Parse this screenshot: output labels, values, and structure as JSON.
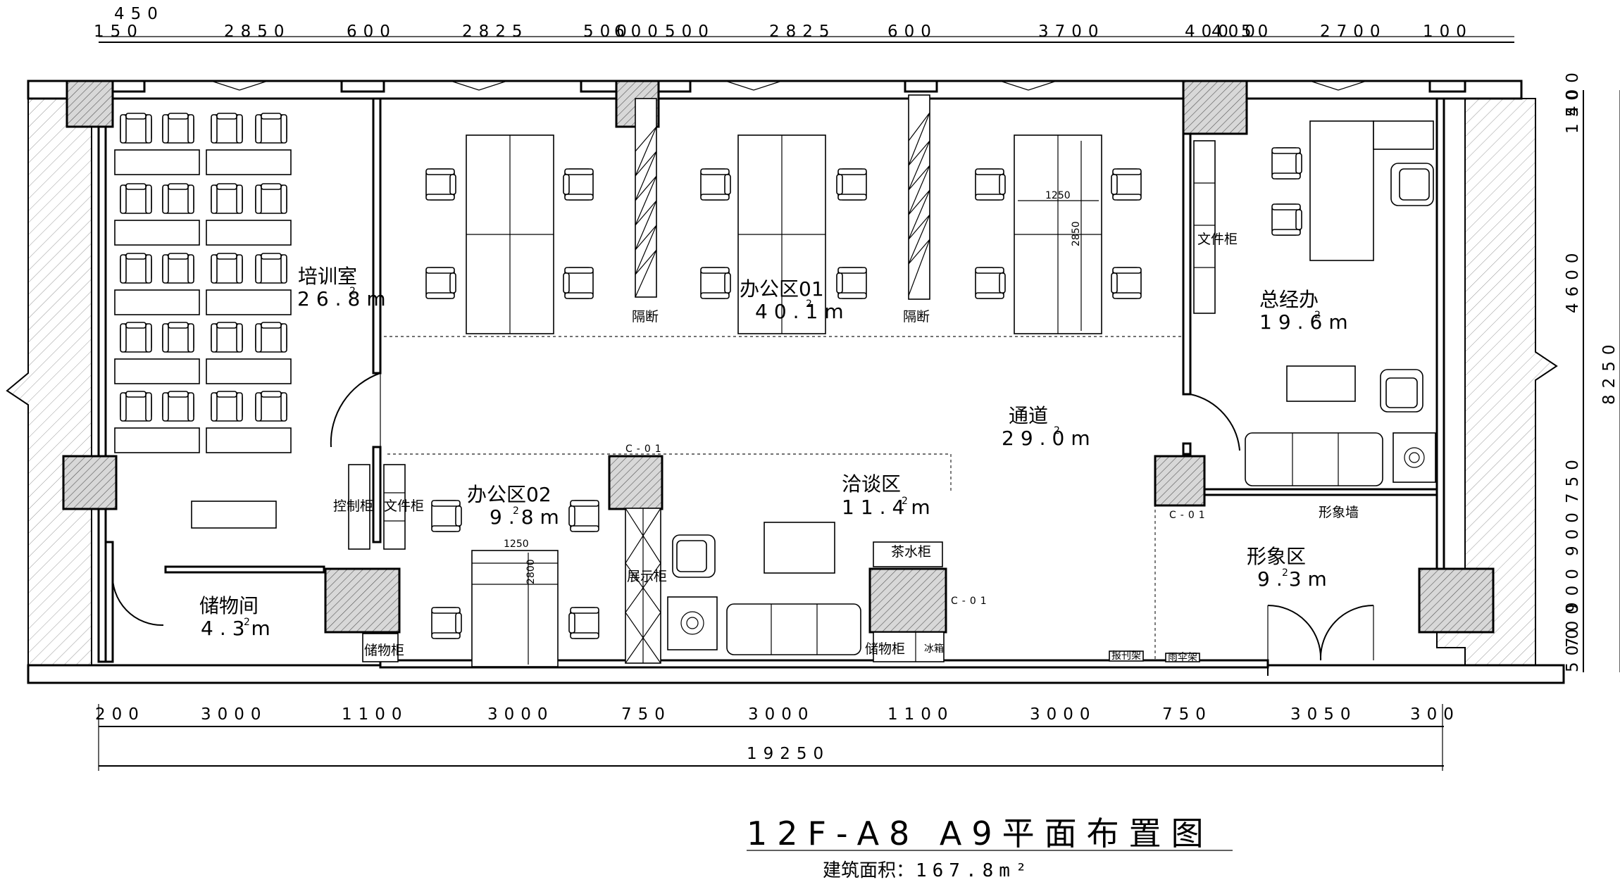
{
  "drawing": {
    "title": "12F-A8  A9平面布置图",
    "subtitle_label": "建筑面积：",
    "subtitle_value": "167.8m²"
  },
  "rooms": [
    {
      "key": "training",
      "name": "培训室",
      "area": "26.8m",
      "sup": "2"
    },
    {
      "key": "office1",
      "name": "办公区01",
      "area": "40.1m",
      "sup": "2"
    },
    {
      "key": "gm",
      "name": "总经办",
      "area": "19.6m",
      "sup": "2"
    },
    {
      "key": "corridor",
      "name": "通道",
      "area": "29.0m",
      "sup": "2"
    },
    {
      "key": "office2",
      "name": "办公区02",
      "area": "9.8m",
      "sup": "2"
    },
    {
      "key": "meeting",
      "name": "洽谈区",
      "area": "11.4m",
      "sup": "2"
    },
    {
      "key": "image",
      "name": "形象区",
      "area": "9.3m",
      "sup": "2"
    },
    {
      "key": "storage",
      "name": "储物间",
      "area": "4.3m",
      "sup": "2"
    }
  ],
  "labels": {
    "partition_a": "隔断",
    "partition_b": "隔断",
    "file_cabinet_gm": "文件柜",
    "file_cabinet_o2": "文件柜",
    "control_cabinet": "控制柜",
    "display_cabinet": "展示柜",
    "tea_cabinet": "茶水柜",
    "storage_cabinet_a": "储物柜",
    "storage_cabinet_b": "储物柜",
    "fridge": "冰箱",
    "image_wall": "形象墙",
    "newspaper_rack": "报刊架",
    "umbrella_rack": "雨伞架",
    "col_c01_a": "C-01",
    "col_c01_b": "C-01",
    "col_c01_c": "C-01",
    "desk_w_1": "1250",
    "desk_h_1": "2850",
    "desk_w_2": "1250",
    "desk_h_2": "2800"
  },
  "dims_top": [
    "150",
    "450",
    "2850",
    "600",
    "2825",
    "500",
    "600",
    "500",
    "2825",
    "600",
    "3700",
    "400",
    "400",
    "50",
    "2700",
    "100"
  ],
  "dims_bottom": [
    "200",
    "3000",
    "1100",
    "3000",
    "750",
    "3000",
    "1100",
    "3000",
    "750",
    "3050",
    "300"
  ],
  "dim_total": "19250",
  "dims_right": [
    "150",
    "400",
    "4600",
    "8250",
    "750",
    "900",
    "900",
    "700",
    "500"
  ]
}
